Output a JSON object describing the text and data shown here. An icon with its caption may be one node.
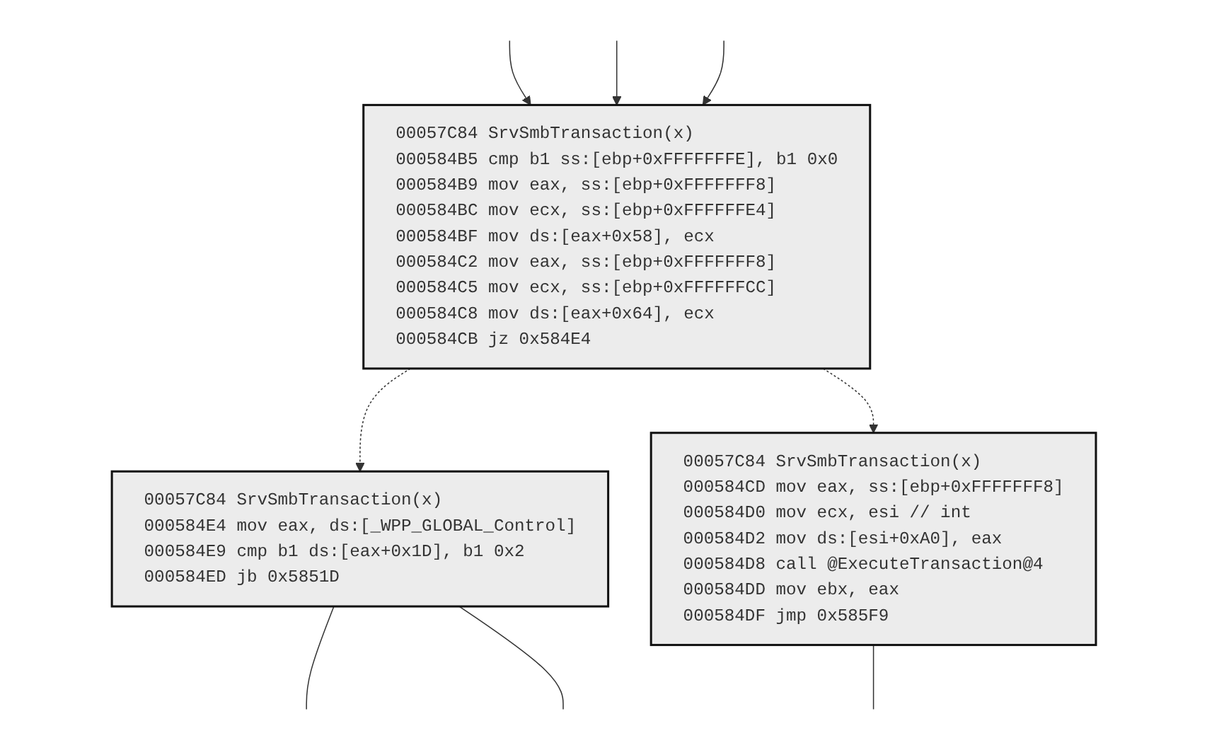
{
  "diagram": {
    "nodes": [
      {
        "text": [
          "00057C84 SrvSmbTransaction(x)",
          "000584B5 cmp b1 ss:[ebp+0xFFFFFFFE], b1 0x0",
          "000584B9 mov eax, ss:[ebp+0xFFFFFFF8]",
          "000584BC mov ecx, ss:[ebp+0xFFFFFFE4]",
          "000584BF mov ds:[eax+0x58], ecx",
          "000584C2 mov eax, ss:[ebp+0xFFFFFFF8]",
          "000584C5 mov ecx, ss:[ebp+0xFFFFFFCC]",
          "000584C8 mov ds:[eax+0x64], ecx",
          "000584CB jz 0x584E4"
        ]
      },
      {
        "text": [
          "00057C84 SrvSmbTransaction(x)",
          "000584E4 mov eax, ds:[_WPP_GLOBAL_Control]",
          "000584E9 cmp b1 ds:[eax+0x1D], b1 0x2",
          "000584ED jb 0x5851D"
        ]
      },
      {
        "text": [
          "00057C84 SrvSmbTransaction(x)",
          "000584CD mov eax, ss:[ebp+0xFFFFFFF8]",
          "000584D0 mov ecx, esi // int",
          "000584D2 mov ds:[esi+0xA0], eax",
          "000584D8 call @ExecuteTransaction@4",
          "000584DD mov ebx, eax",
          "000584DF jmp 0x585F9"
        ]
      }
    ],
    "edges": [
      {
        "from": null,
        "to": 0,
        "arrow": "to"
      },
      {
        "from": null,
        "to": 0,
        "arrow": "to"
      },
      {
        "from": null,
        "to": 0,
        "arrow": "to"
      },
      {
        "from": 0,
        "to": 1,
        "arrow": "to",
        "style": "dashed"
      },
      {
        "from": 0,
        "to": 2,
        "arrow": "to",
        "style": "dashed"
      },
      {
        "from": 1,
        "to": null,
        "arrow": "none"
      },
      {
        "from": 1,
        "to": null,
        "arrow": "none"
      },
      {
        "from": 2,
        "to": null,
        "arrow": "none"
      }
    ]
  }
}
